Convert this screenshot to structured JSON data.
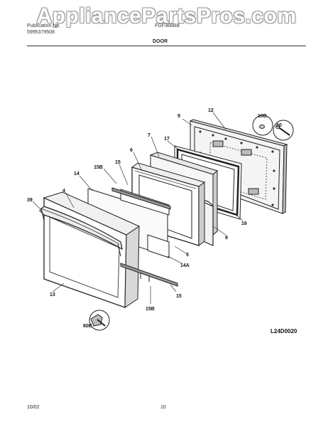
{
  "watermark": "AppliancePartsPros.com",
  "header": {
    "model_line1": "Publication No.",
    "model_line2": "5995379508",
    "model_right": "FGF368BB",
    "section_title": "DOOR"
  },
  "callouts": {
    "c9": "9",
    "c12": "12",
    "c10B": "10B",
    "c10": "10",
    "c7": "7",
    "c17": "17",
    "c6": "6",
    "c15B_top": "15B",
    "c15_top": "15",
    "c14": "14",
    "c4": "4",
    "c39": "39",
    "c8": "8",
    "c16": "16",
    "c5": "5",
    "c14A": "14A",
    "c13": "13",
    "c15_bottom": "15",
    "c15B_bottom": "15B",
    "c60B": "60B"
  },
  "drawing_code": "L24D0020",
  "footer": {
    "date": "10/02",
    "page": "10"
  }
}
